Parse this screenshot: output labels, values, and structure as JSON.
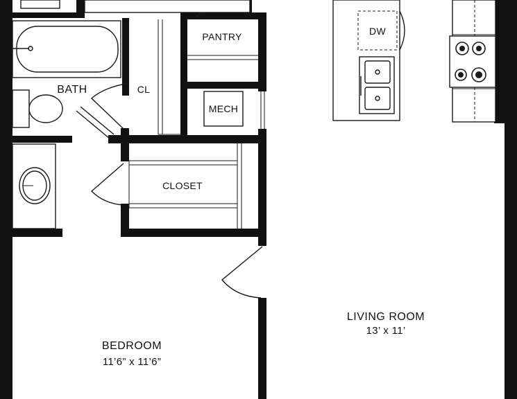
{
  "labels": {
    "bath": "BATH",
    "cl": "CL",
    "pantry": "PANTRY",
    "mech": "MECH",
    "closet": "CLOSET",
    "dw": "DW",
    "living_room": "LIVING ROOM",
    "living_room_dim": "13’ x 11’",
    "bedroom": "BEDROOM",
    "bedroom_dim": "11’6” x 11’6”"
  }
}
